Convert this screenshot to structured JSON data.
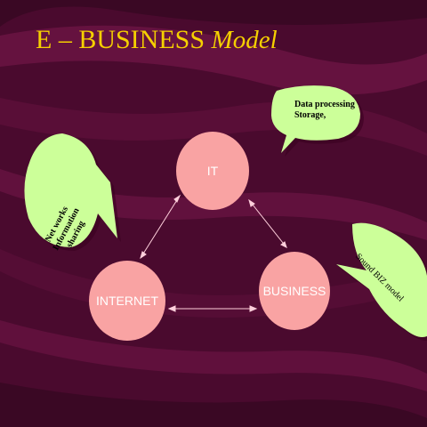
{
  "title": {
    "main": "E – BUSINESS",
    "italic": "Model"
  },
  "nodes": {
    "it": "IT",
    "internet": "INTERNET",
    "business": "BUSINESS"
  },
  "callouts": {
    "it_line1": "Data processing",
    "it_line2": "Storage,",
    "internet_line1": "Net works",
    "internet_line2": "Information",
    "internet_line3": "sharing",
    "business": "Sound BIZ model"
  },
  "colors": {
    "background": "#4a0a2e",
    "title": "#f5d000",
    "node_fill": "#f9a3a3",
    "callout_fill": "#ccff99",
    "connector": "#ffd0dc"
  }
}
